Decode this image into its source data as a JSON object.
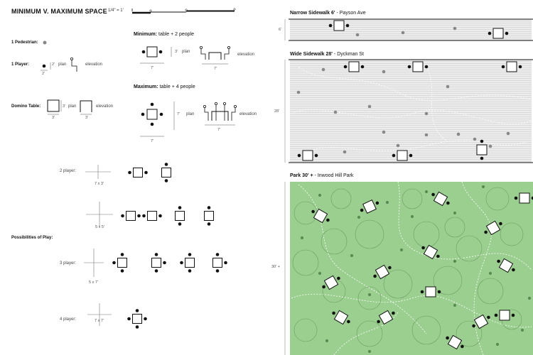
{
  "title": "MINIMUM V. MAXIMUM SPACE",
  "scale": "1/4\" = 1'",
  "legend": {
    "pedestrian": "1 Pedestrian:",
    "player": "1 Player:",
    "domino_table": "Domino Table:",
    "plan": "plan",
    "elevation": "elevation",
    "dim_2": "2'",
    "dim_3": "3'"
  },
  "minimum": {
    "bold": "Minimum:",
    "rest": " table + 2 people",
    "dim": "7'",
    "dim_side": "3'"
  },
  "maximum": {
    "bold": "Maximum:",
    "rest": " table + 4 people",
    "dim": "7'"
  },
  "possibilities": {
    "label": "Possibilities of Play:",
    "rows": [
      {
        "players": "2 player:",
        "size": "7 x 3'"
      },
      {
        "players": "",
        "size": "5 x 5'"
      },
      {
        "players": "3 player:",
        "size": "5 x 7'"
      },
      {
        "players": "4 player:",
        "size": "7 x 7'"
      }
    ]
  },
  "sites": [
    {
      "bold": "Narrow Sidewalk 6'",
      "rest": " - Payson Ave",
      "dim": "6'"
    },
    {
      "bold": "Wide Sidewalk 28'",
      "rest": " - Dyckman St",
      "dim": "28'"
    },
    {
      "bold": "Park 30' +",
      "rest": " - Inwood Hill Park",
      "dim": "30' +"
    }
  ],
  "colors": {
    "park_green": "#9bcf8f",
    "sidewalk_gray": "#dcdcdc",
    "ink": "#111111"
  }
}
